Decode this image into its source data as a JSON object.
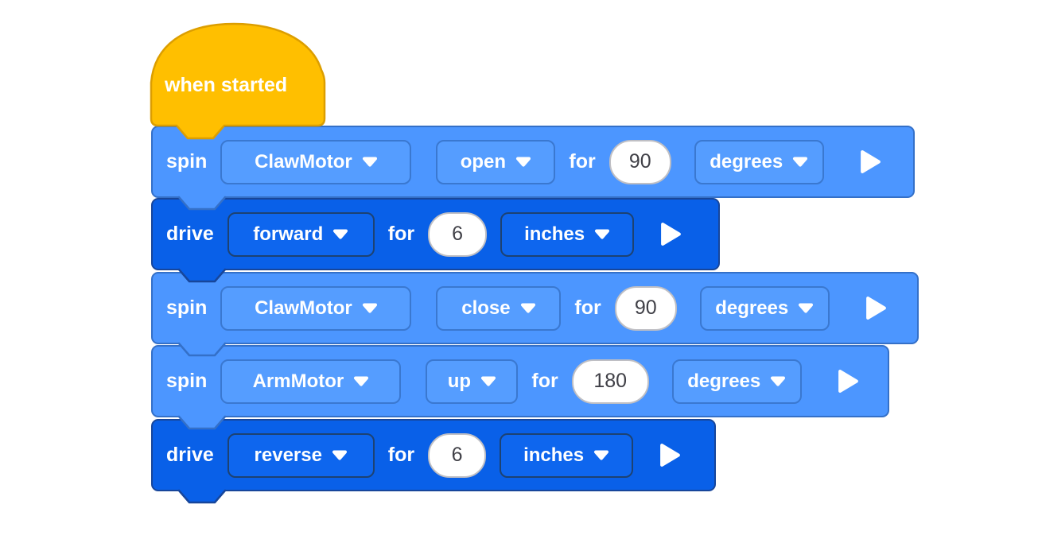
{
  "colors": {
    "hat_fill": "#FFBF00",
    "hat_border": "#DC9E00",
    "spin_fill": "#4C96FF",
    "spin_border": "#3470C8",
    "spin_field_fill": "#559DFF",
    "spin_field_border": "#3A78D0",
    "drive_fill": "#0960E8",
    "drive_border": "#17469B",
    "drive_field_fill": "#0E66EE",
    "drive_field_border": "#1D4272",
    "input_fill": "#FFFFFF",
    "input_border": "#BFBFC4",
    "input_text": "#404047",
    "block_text": "#FFFFFF"
  },
  "icons": {
    "dropdown": "chevron-down",
    "run": "play-triangle"
  },
  "hat": {
    "label": "when started"
  },
  "blocks": {
    "spin1": {
      "verb": "spin",
      "motor": "ClawMotor",
      "direction": "open",
      "for_label": "for",
      "value": "90",
      "unit": "degrees"
    },
    "drive1": {
      "verb": "drive",
      "direction": "forward",
      "for_label": "for",
      "value": "6",
      "unit": "inches"
    },
    "spin2": {
      "verb": "spin",
      "motor": "ClawMotor",
      "direction": "close",
      "for_label": "for",
      "value": "90",
      "unit": "degrees"
    },
    "spin3": {
      "verb": "spin",
      "motor": "ArmMotor",
      "direction": "up",
      "for_label": "for",
      "value": "180",
      "unit": "degrees"
    },
    "drive2": {
      "verb": "drive",
      "direction": "reverse",
      "for_label": "for",
      "value": "6",
      "unit": "inches"
    }
  }
}
